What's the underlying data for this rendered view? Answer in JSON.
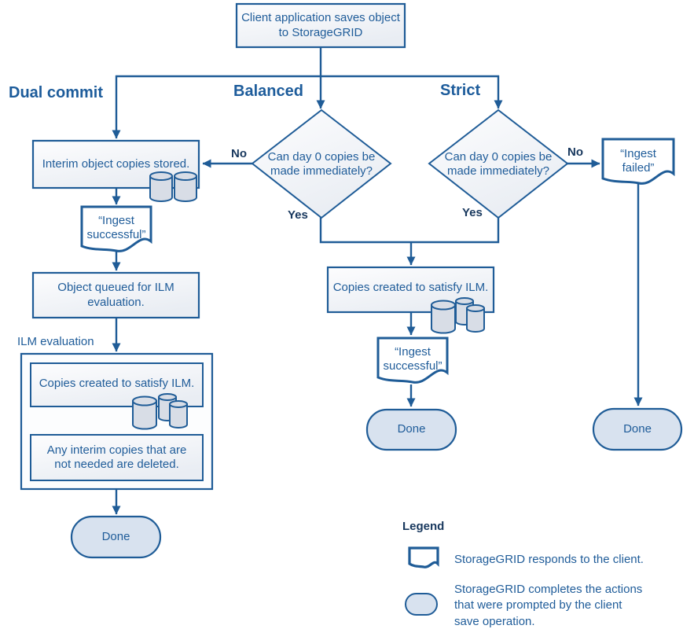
{
  "flow": {
    "start": "Client application saves object to StorageGRID",
    "dual_commit_heading": "Dual commit",
    "balanced_heading": "Balanced",
    "strict_heading": "Strict",
    "interim_stored": "Interim object copies stored.",
    "balanced_question": "Can day 0 copies be made immediately?",
    "strict_question": "Can day 0 copies be made immediately?",
    "no_balanced": "No",
    "no_strict": "No",
    "yes_balanced": "Yes",
    "yes_strict": "Yes",
    "ingest_failed": "“Ingest failed”",
    "ingest_successful_dual": "“Ingest successful”",
    "object_queued": "Object queued for ILM evaluation.",
    "ilm_evaluation_label": "ILM evaluation",
    "copies_created_dual": "Copies created to satisfy ILM.",
    "interim_deleted": "Any interim copies that are not needed are deleted.",
    "copies_created_merged": "Copies created to satisfy ILM.",
    "ingest_successful_merged": "“Ingest successful”",
    "done_dual": "Done",
    "done_merged": "Done",
    "done_strict": "Done"
  },
  "legend": {
    "title": "Legend",
    "responds": "StorageGRID responds to the client.",
    "completes": "StorageGRID completes the actions that were prompted by the client save operation."
  },
  "colors": {
    "line": "#1f5c97",
    "heading": "#1d5c9b",
    "yes_no_label": "#17375d",
    "body_text": "#1f5c99",
    "shape_fill_light": "#e9edf3",
    "done_fill": "#d8e2ef",
    "cylinder_fill": "#d8dde6",
    "document_fill": "#ffffff"
  }
}
